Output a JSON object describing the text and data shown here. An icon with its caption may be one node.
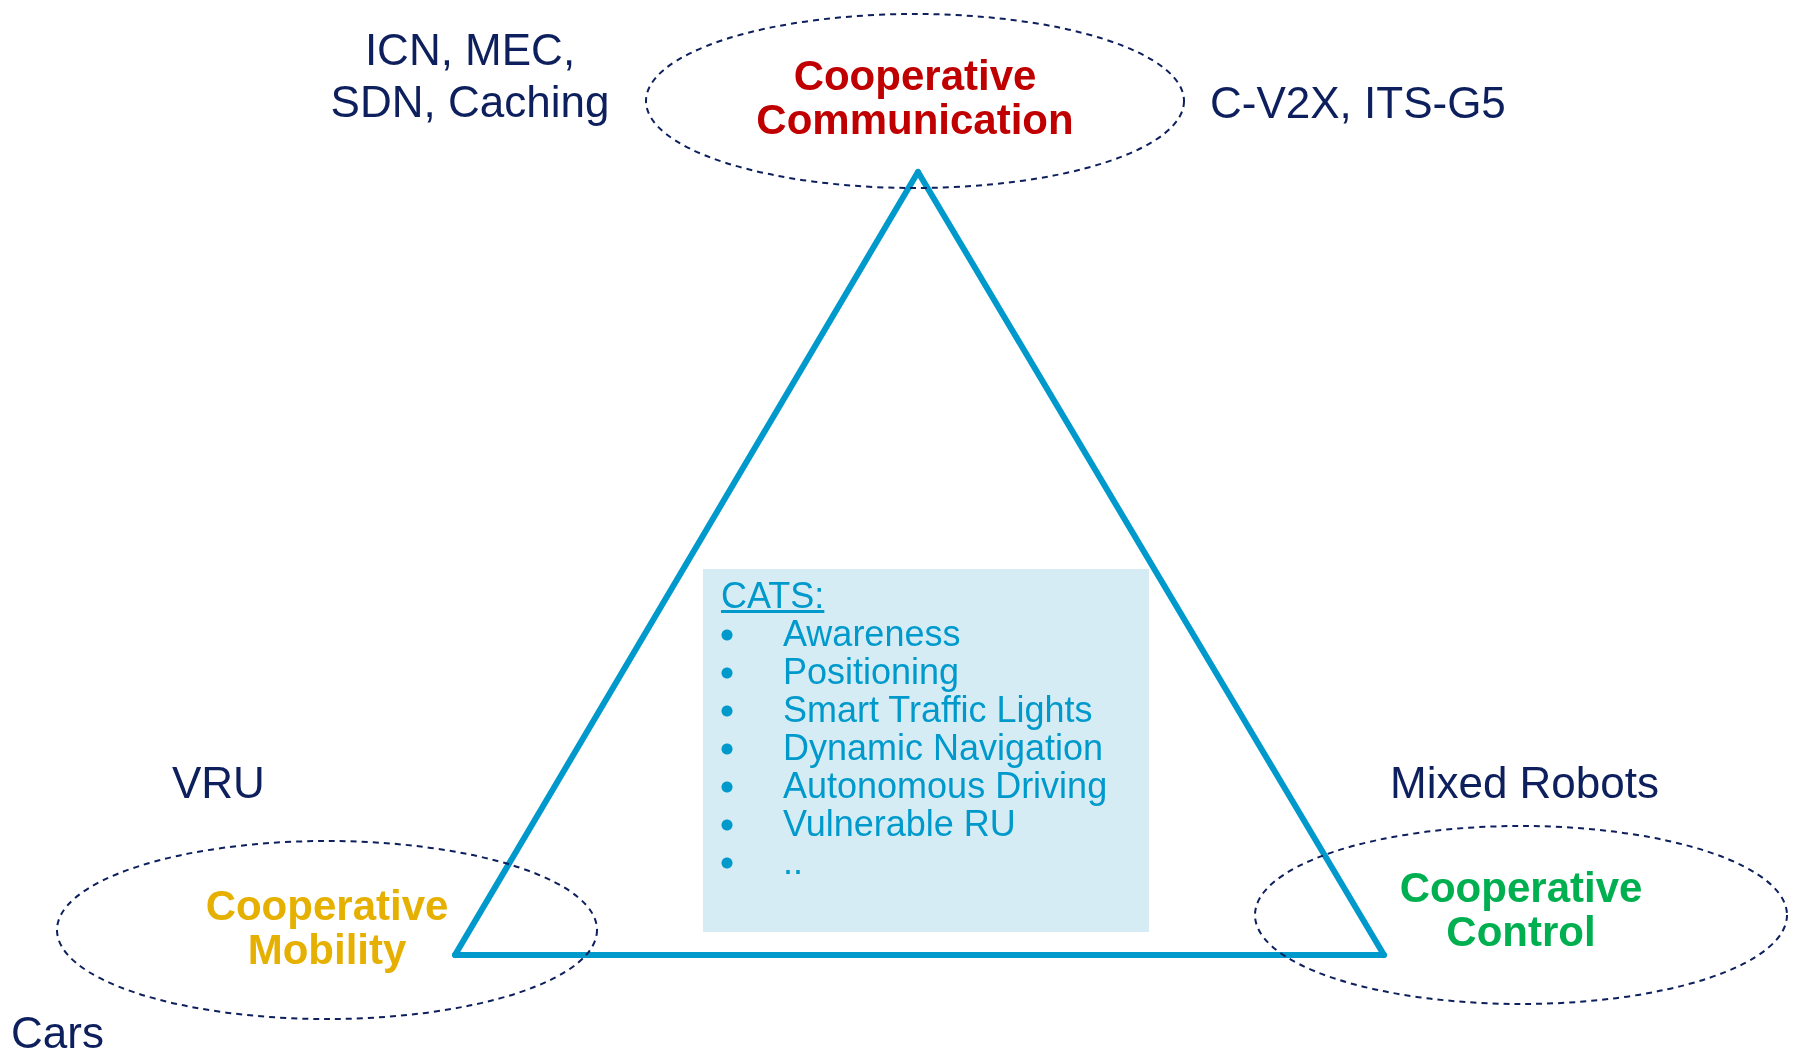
{
  "diagram": {
    "nodes": [
      {
        "text": [
          "Cooperative Communication"
        ]
      },
      {
        "text": [
          "Cooperative Mobility"
        ]
      },
      {
        "text": [
          "Cooperative Control"
        ]
      },
      {
        "text": [
          "CATS:",
          "Awareness",
          "Positioning",
          "Smart Traffic Lights",
          "Dynamic Navigation",
          "Autonomous Driving",
          "Vulnerable RU",
          ".."
        ]
      }
    ],
    "edges": [
      {
        "from": 0,
        "to": 1,
        "arrow": "none"
      },
      {
        "from": 1,
        "to": 2,
        "arrow": "none"
      },
      {
        "from": 2,
        "to": 0,
        "arrow": "none"
      }
    ],
    "labels": [
      "ICN, MEC, SDN, Caching",
      "C-V2X, ITS-G5",
      "VRU",
      "Mixed Robots",
      "Cars"
    ]
  }
}
